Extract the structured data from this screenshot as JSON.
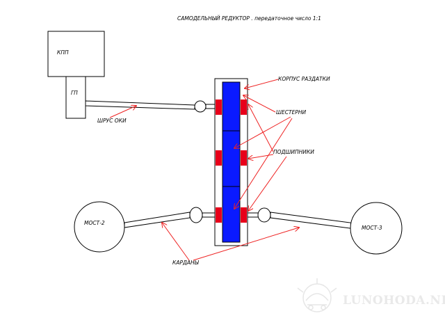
{
  "title": "САМОДЕЛЬНЫЙ РЕДУКТОР .   передаточное число 1:1",
  "labels": {
    "kpp": "КПП",
    "gp": "ГП",
    "shrus": "ШРУС   ОКИ",
    "korpus": "КОРПУС РАЗДАТКИ",
    "shesterni": "ШЕСТЕРНИ",
    "podshipniki": "ПОДШИПНИКИ",
    "most2": "МОСТ-2",
    "most3": "МОСТ-3",
    "kardany": "КАРДАНЫ"
  },
  "watermark": "LUNOHODA.NET",
  "colors": {
    "gear": "#0a1aff",
    "bearing": "#e8001a",
    "arrow": "#ee2222",
    "outline": "#000000",
    "watermark": "#e9e9e9"
  }
}
